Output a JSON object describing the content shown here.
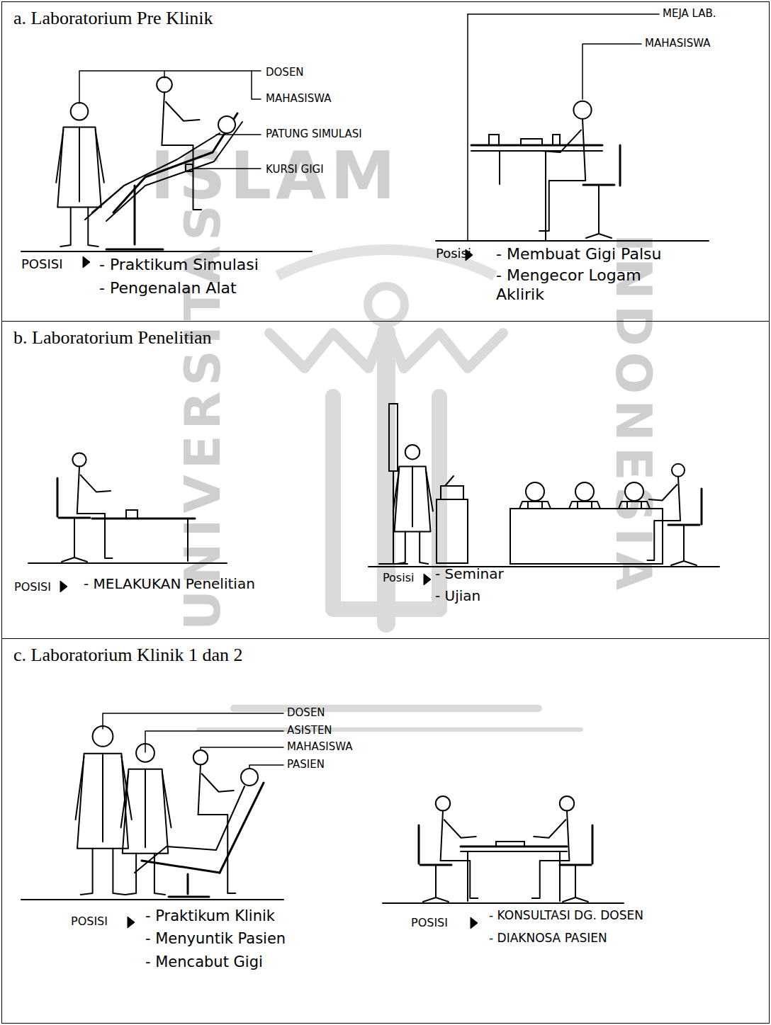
{
  "diagram": {
    "nodes": [
      {
        "text": [
          "a. Laboratorium Pre Klinik"
        ]
      },
      {
        "text": [
          "b. Laboratorium Penelitian"
        ]
      },
      {
        "text": [
          "c. Laboratorium Klinik 1 dan 2"
        ]
      }
    ],
    "labels": [
      "DOSEN",
      "MAHASISWA",
      "PATUNG SIMULASI",
      "KURSI GIGI",
      "MEJA LAB.",
      "MAHASISWA",
      "ISLAM",
      "POSISI",
      "- Praktikum Simulasi",
      "- Pengenalan Alat",
      "Posisi",
      "- Membuat Gigi Palsu",
      "- Mengecor Logam Aklirik",
      "UNIVERSITAS",
      "INDONESIA",
      "POSISI",
      "- MELAKUKAN Penelitian",
      "Posisi",
      "- Seminar",
      "- Ujian",
      "DOSEN",
      "ASISTEN",
      "MAHASISWA",
      "PASIEN",
      "POSISI",
      "- Praktikum Klinik",
      "- Menyuntik Pasien",
      "- Mencabut Gigi",
      "POSISI",
      "- KONSULTASI DG. DOSEN",
      "- DIAKNOSA PASIEN"
    ]
  }
}
